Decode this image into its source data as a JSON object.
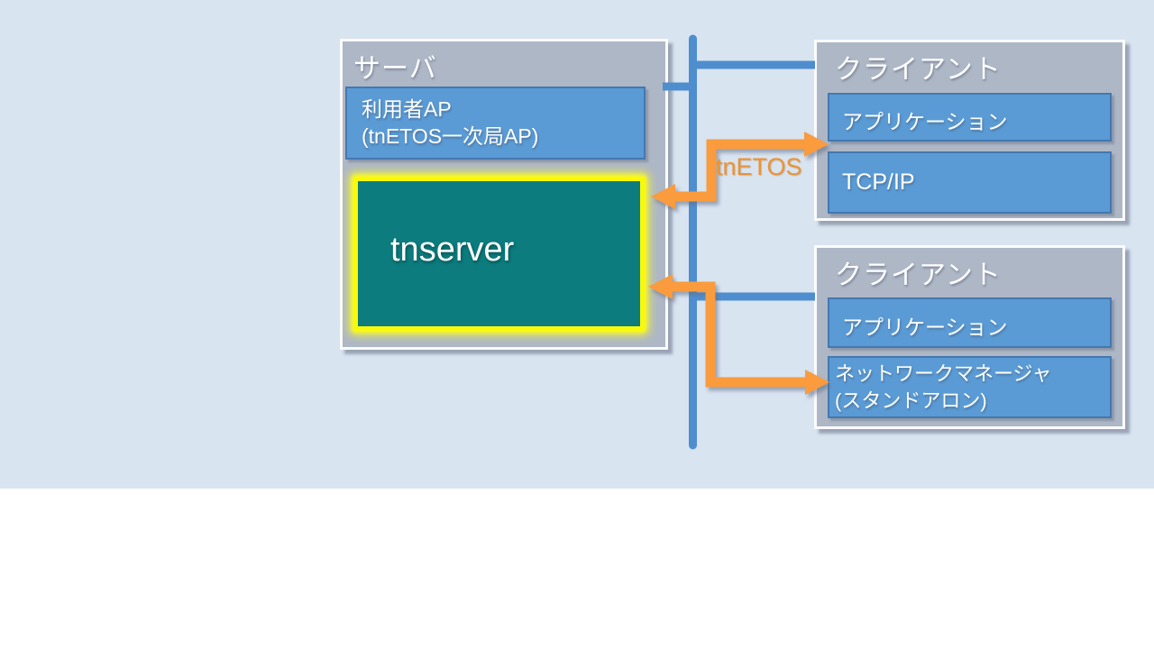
{
  "colors": {
    "background_top": "#D9E4F1",
    "background_bottom": "#FFFFFF",
    "panel_gray": "#AEB7C6",
    "box_blue": "#5B9BD5",
    "box_blue_border": "#4478B0",
    "tnserver_teal": "#0C7C7E",
    "highlight_yellow": "#FAFA08",
    "arrow_orange": "#FA9B3D",
    "label_orange": "#EC9335",
    "line_blue": "#4E8ECE",
    "text_white": "#FFFFFF"
  },
  "server": {
    "title": "サーバ",
    "user_ap_line1": "利用者AP",
    "user_ap_line2": "(tnETOS一次局AP)",
    "tnserver": "tnserver"
  },
  "client_top": {
    "title": "クライアント",
    "app": "アプリケーション",
    "tcp": "TCP/IP"
  },
  "client_bottom": {
    "title": "クライアント",
    "app": "アプリケーション",
    "nm_line1": "ネットワークマネージャ",
    "nm_line2": "(スタンドアロン)"
  },
  "connection_label": "tnETOS"
}
